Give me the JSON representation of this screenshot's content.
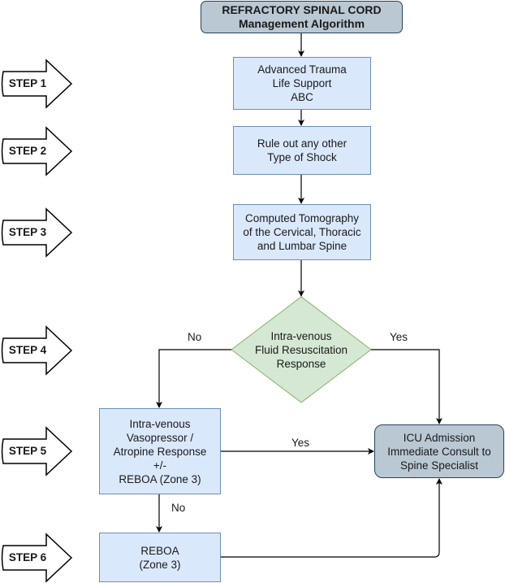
{
  "title": {
    "line1": "REFRACTORY SPINAL CORD",
    "line2": "Management Algorithm"
  },
  "steps": [
    "STEP 1",
    "STEP 2",
    "STEP 3",
    "STEP 4",
    "STEP 5",
    "STEP 6"
  ],
  "nodes": {
    "atls": "Advanced Trauma\nLife Support\nABC",
    "rule_out": "Rule out any other\nType of Shock",
    "ct": "Computed Tomography\nof the Cervical, Thoracic\nand Lumbar Spine",
    "fluid_decision": "Intra-venous\nFluid Resuscitation\nResponse",
    "vasopressor": "Intra-venous\nVasopressor /\nAtropine Response\n+/-\nREBOA (Zone 3)",
    "reboa": "REBOA\n(Zone 3)",
    "icu": "ICU Admission\nImmediate Consult to\nSpine Specialist"
  },
  "edge_labels": {
    "fluid_no": "No",
    "fluid_yes": "Yes",
    "vaso_yes": "Yes",
    "vaso_no": "No"
  },
  "colors": {
    "process_fill": "#dae8fc",
    "process_stroke": "#6c8ebf",
    "decision_fill": "#d5e8d4",
    "decision_stroke": "#82b366",
    "terminal_fill": "#bac8d3",
    "terminal_stroke": "#23445d"
  }
}
